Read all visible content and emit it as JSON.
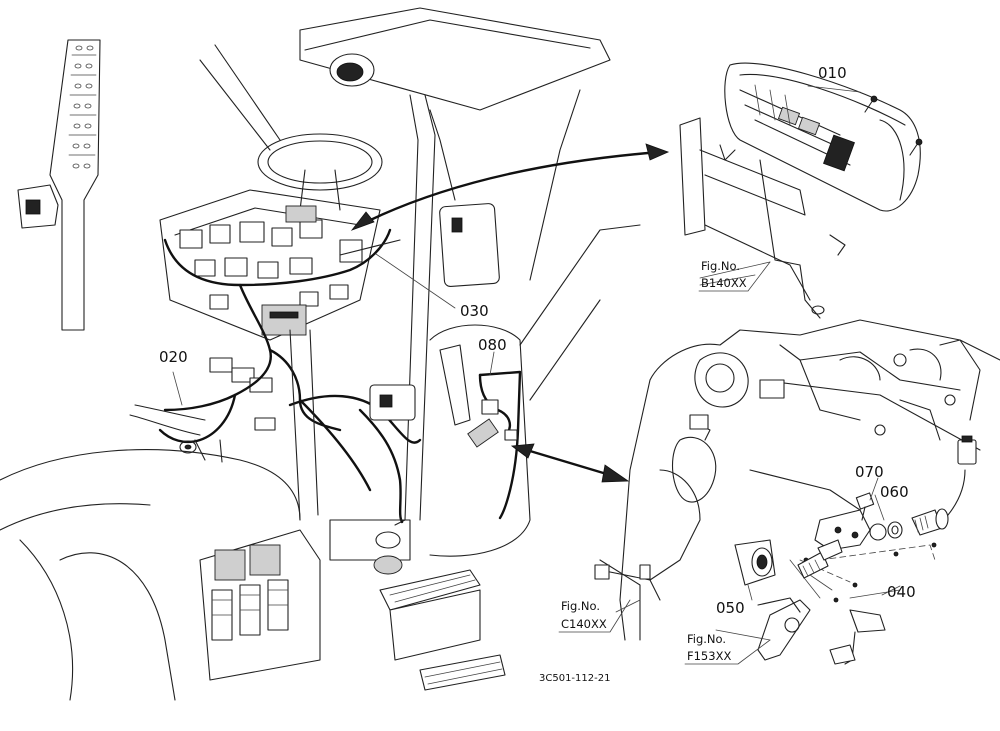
{
  "parts": [
    {
      "id": "010",
      "label": "010"
    },
    {
      "id": "020",
      "label": "020"
    },
    {
      "id": "030",
      "label": "030"
    },
    {
      "id": "040",
      "label": "040"
    },
    {
      "id": "050",
      "label": "050"
    },
    {
      "id": "060",
      "label": "060"
    },
    {
      "id": "070",
      "label": "070"
    },
    {
      "id": "080",
      "label": "080"
    }
  ],
  "figure_refs": [
    {
      "prefix": "Fig.No.",
      "code": "B140XX"
    },
    {
      "prefix": "Fig.No.",
      "code": "C140XX"
    },
    {
      "prefix": "Fig.No.",
      "code": "F153XX"
    }
  ],
  "drawing_code": "3C501-112-21"
}
